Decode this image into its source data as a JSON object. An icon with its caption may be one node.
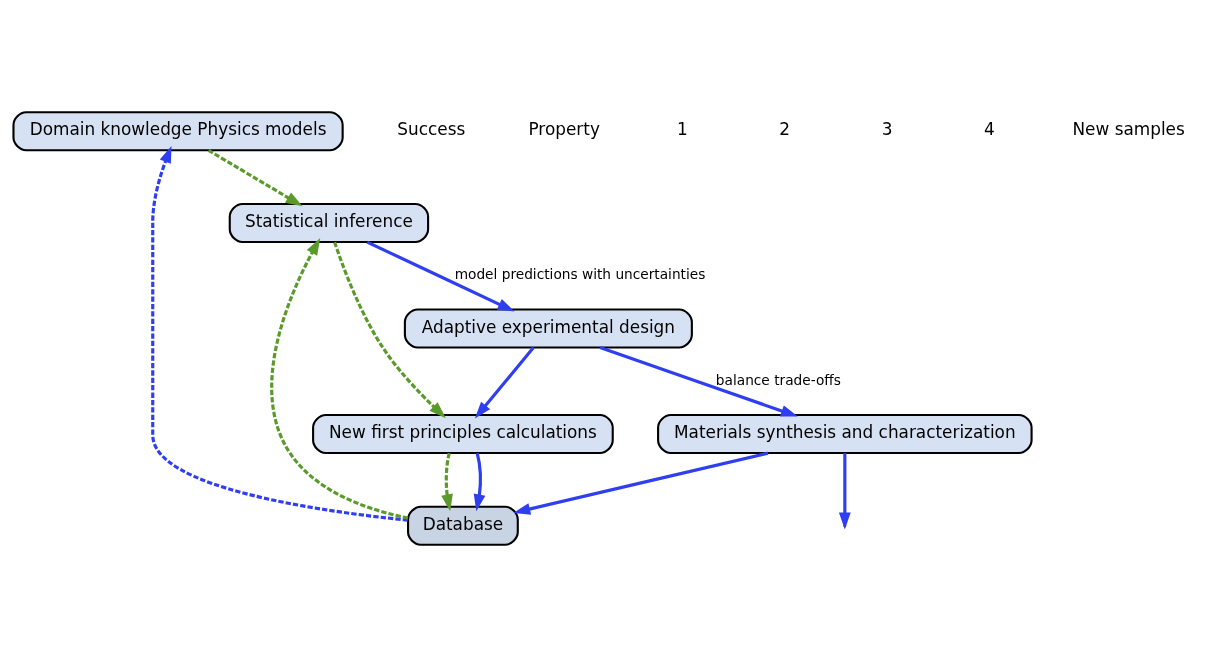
{
  "diagram": {
    "nodes": [
      {
        "text": [
          "Domain knowledge Physics models"
        ]
      },
      {
        "text": [
          "Statistical inference"
        ]
      },
      {
        "text": [
          "Adaptive experimental design"
        ]
      },
      {
        "text": [
          "Database"
        ]
      },
      {
        "text": [
          "New first principles calculations"
        ]
      },
      {
        "text": [
          "Materials synthesis and characterization"
        ]
      }
    ],
    "edges": [
      {
        "from": 0,
        "to": 1,
        "arrow": "to",
        "style": "dashed",
        "color": "#5a9a2a"
      },
      {
        "from": 3,
        "to": 1,
        "arrow": "to",
        "style": "dashed",
        "color": "#5a9a2a"
      },
      {
        "from": 3,
        "to": 0,
        "arrow": "to",
        "style": "dashed"
      },
      {
        "from": 1,
        "to": 2,
        "arrow": "to",
        "label": "model predictions with uncertainties"
      },
      {
        "from": 1,
        "to": 4,
        "arrow": "to",
        "style": "dashed",
        "color": "#5a9a2a"
      },
      {
        "from": 4,
        "to": 3,
        "arrow": "to",
        "style": "dashed",
        "color": "#5a9a2a"
      },
      {
        "from": 2,
        "to": 4,
        "arrow": "to"
      },
      {
        "from": 2,
        "to": 5,
        "arrow": "to",
        "label": "balance trade-offs"
      },
      {
        "from": 4,
        "to": 3,
        "arrow": "to"
      },
      {
        "from": 5,
        "to": 3,
        "arrow": "to"
      },
      {
        "from": 5,
        "to": null,
        "arrow": "to"
      }
    ],
    "labels": [
      "Success",
      "Property",
      "1",
      "2",
      "3",
      "4",
      "New samples"
    ]
  }
}
